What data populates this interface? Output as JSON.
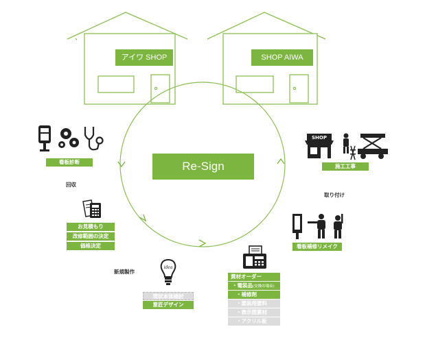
{
  "colors": {
    "accent": "#7cb540",
    "line": "#8cbf52",
    "muted": "#dcdcdc",
    "icon": "#222222"
  },
  "houses": {
    "left": {
      "sign": "アイワ SHOP"
    },
    "right": {
      "sign": "SHOP AIWA"
    }
  },
  "center": {
    "label": "Re-Sign"
  },
  "diagnosis": {
    "tag": "看板診断",
    "icons": [
      "signboard-icon",
      "gears-icon",
      "stethoscope-icon"
    ]
  },
  "collect": {
    "label": "回収"
  },
  "estimate": {
    "tags": [
      "お見積もり",
      "改修範囲の決定",
      "価格決定"
    ],
    "icon": "calculator-document-icon"
  },
  "new_production": {
    "label": "新規製作"
  },
  "design": {
    "tags": [
      "現状本体検討",
      "意匠デザイン"
    ],
    "icon": "idea-bulb-icon"
  },
  "materials": {
    "icon": "fax-machine-icon",
    "tags": [
      "資材オーダー",
      "・電装品",
      "・補修剤",
      "・塗装用塗料",
      "・表示面素材",
      "・アクリル板"
    ],
    "note": "(交換の場合)"
  },
  "construction": {
    "tag": "施工工事",
    "icons": [
      "shop-storefront-icon",
      "worker-ladder-icon",
      "boom-truck-icon"
    ]
  },
  "install": {
    "label": "取り付け"
  },
  "remake": {
    "tag": "看板補修リメイク",
    "icons": [
      "sign-panel-icon",
      "painter-icon",
      "inspector-icon"
    ]
  }
}
